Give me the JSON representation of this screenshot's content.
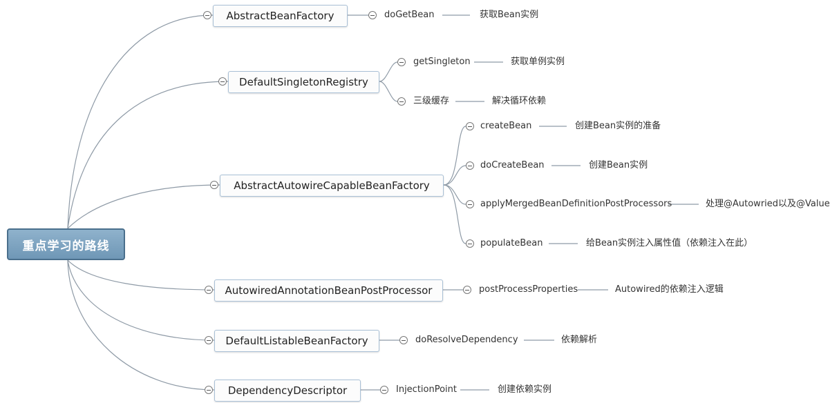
{
  "root": {
    "label": "重点学习的路线"
  },
  "branches": [
    {
      "label": "AbstractBeanFactory",
      "children": [
        {
          "label": "doGetBean",
          "note": "获取Bean实例"
        }
      ]
    },
    {
      "label": "DefaultSingletonRegistry",
      "children": [
        {
          "label": "getSingleton",
          "note": "获取单例实例"
        },
        {
          "label": "三级缓存",
          "note": "解决循环依赖"
        }
      ]
    },
    {
      "label": "AbstractAutowireCapableBeanFactory",
      "children": [
        {
          "label": "createBean",
          "note": "创建Bean实例的准备"
        },
        {
          "label": "doCreateBean",
          "note": "创建Bean实例"
        },
        {
          "label": "applyMergedBeanDefinitionPostProcessors",
          "note": "处理@Autowried以及@Value"
        },
        {
          "label": "populateBean",
          "note": "给Bean实例注入属性值（依赖注入在此）"
        }
      ]
    },
    {
      "label": "AutowiredAnnotationBeanPostProcessor",
      "children": [
        {
          "label": "postProcessProperties",
          "note": "Autowired的依赖注入逻辑"
        }
      ]
    },
    {
      "label": "DefaultListableBeanFactory",
      "children": [
        {
          "label": "doResolveDependency",
          "note": "依赖解析"
        }
      ]
    },
    {
      "label": "DependencyDescriptor",
      "children": [
        {
          "label": "InjectionPoint",
          "note": "创建依赖实例"
        }
      ]
    }
  ],
  "colors": {
    "line": "#8e9aa6",
    "root_fill": "#7aa0bd",
    "box_border": "#a9c0d6"
  }
}
